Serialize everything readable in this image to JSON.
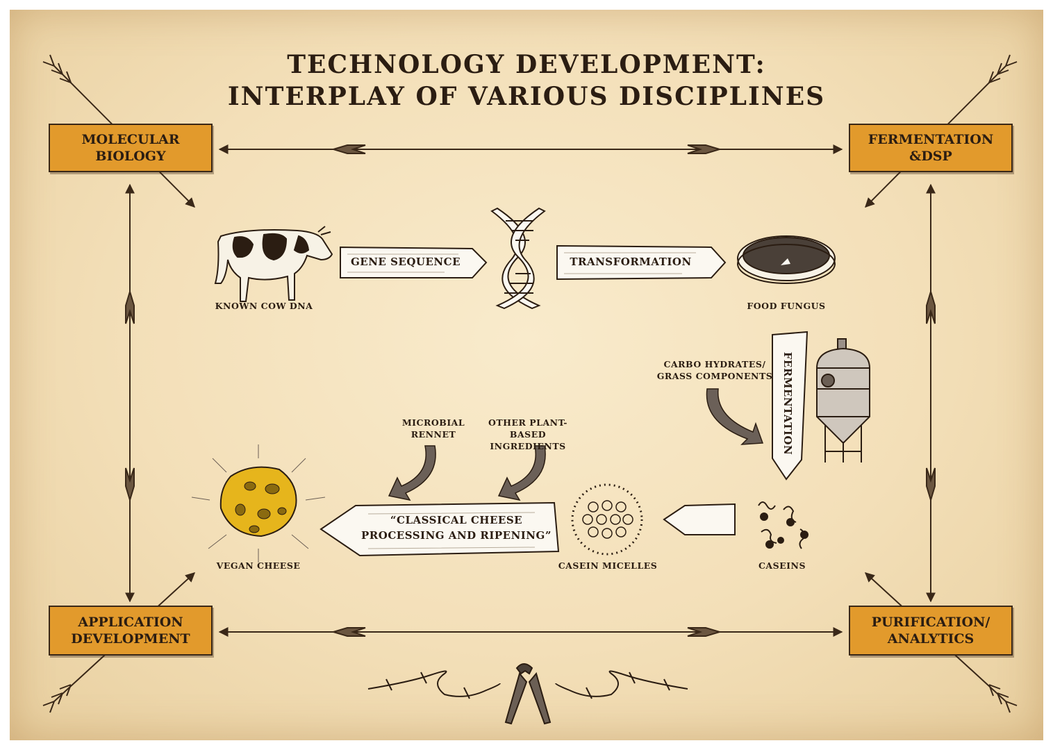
{
  "title": {
    "line1": "TECHNOLOGY DEVELOPMENT:",
    "line2": "INTERPLAY OF VARIOUS DISCIPLINES"
  },
  "corners": {
    "top_left": "MOLECULAR\nBIOLOGY",
    "top_right": "FERMENTATION\n&DSP",
    "bottom_left": "APPLICATION\nDEVELOPMENT",
    "bottom_right": "PURIFICATION/\nANALYTICS"
  },
  "signs": {
    "gene_sequence": "GENE SEQUENCE",
    "transformation": "TRANSFORMATION",
    "fermentation": "FERMENTATION",
    "cheese_processing_1": "“CLASSICAL CHEESE",
    "cheese_processing_2": "PROCESSING AND RIPENING”"
  },
  "captions": {
    "cow": "KNOWN COW DNA",
    "fungus": "FOOD FUNGUS",
    "carbo": "CARBO HYDRATES/\nGRASS COMPONENTS",
    "rennet": "MICROBIAL\nRENNET",
    "plant": "OTHER PLANT-BASED\nINGREDIENTS",
    "vegan_cheese": "VEGAN CHEESE",
    "micelles": "CASEIN MICELLES",
    "caseins": "CASEINS"
  },
  "colors": {
    "board": "#e29a2c",
    "ink": "#2b1d12",
    "paper": "#f5e3bf",
    "cheese": "#e6b51c"
  },
  "icons": [
    "cow-icon",
    "dna-icon",
    "petri-dish-icon",
    "bioreactor-icon",
    "caseins-icon",
    "casein-micelle-icon",
    "cheese-icon",
    "pliers-icon",
    "barbed-wire-icon",
    "arrow-icon"
  ]
}
